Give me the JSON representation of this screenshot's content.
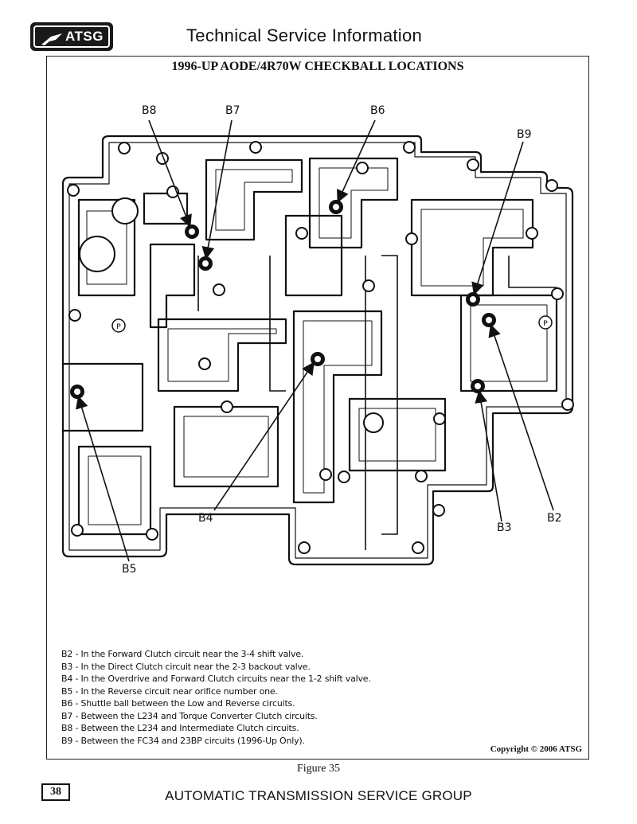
{
  "header": {
    "logo_text": "ATSG",
    "title": "Technical Service Information"
  },
  "diagram": {
    "title": "1996-UP AODE/4R70W CHECKBALL LOCATIONS",
    "callouts": [
      {
        "id": "B8",
        "label": "B8"
      },
      {
        "id": "B7",
        "label": "B7"
      },
      {
        "id": "B6",
        "label": "B6"
      },
      {
        "id": "B9",
        "label": "B9"
      },
      {
        "id": "B4",
        "label": "B4"
      },
      {
        "id": "B3",
        "label": "B3"
      },
      {
        "id": "B2",
        "label": "B2"
      },
      {
        "id": "B5",
        "label": "B5"
      }
    ],
    "plate_marks": [
      "P",
      "P"
    ]
  },
  "notes": [
    "B2 - In the Forward Clutch circuit near the 3-4 shift valve.",
    "B3 - In the Direct Clutch circuit near the 2-3 backout valve.",
    "B4 - In the Overdrive and Forward Clutch circuits near the 1-2 shift valve.",
    "B5 - In the Reverse circuit near orifice number one.",
    "B6 - Shuttle ball between the Low and Reverse circuits.",
    "B7 - Between the L234 and Torque Converter Clutch circuits.",
    "B8 - Between the L234 and Intermediate Clutch circuits.",
    "B9 - Between the FC34 and 23BP circuits (1996-Up Only)."
  ],
  "copyright": "Copyright © 2006 ATSG",
  "figure_caption": "Figure 35",
  "page_number": "38",
  "footer": "AUTOMATIC TRANSMISSION SERVICE GROUP"
}
